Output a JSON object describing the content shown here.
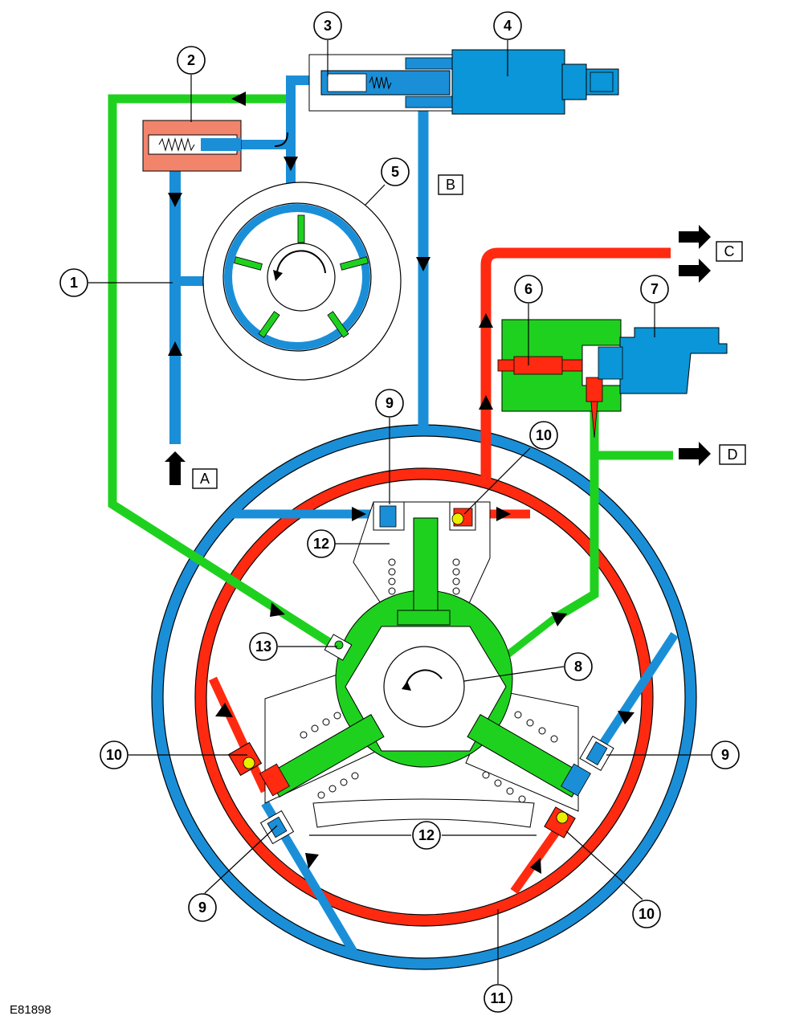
{
  "figure_code": "E81898",
  "callouts": [
    "1",
    "2",
    "3",
    "4",
    "5",
    "6",
    "7",
    "8",
    "9",
    "10",
    "11",
    "12",
    "13"
  ],
  "port_labels": {
    "a": "A",
    "b": "B",
    "c": "C",
    "d": "D"
  },
  "colors": {
    "low_pressure_blue": "#1a8fd8",
    "transfer_green": "#1fd11f",
    "high_pressure_red": "#ff2a10",
    "component_blue": "#0a96d8",
    "valve_salmon": "#f2846c",
    "check_ball_yellow": "#e8f000"
  }
}
